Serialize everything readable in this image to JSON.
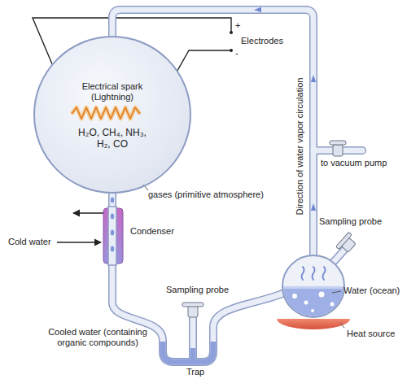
{
  "diagram": {
    "nodes": [
      {
        "text": [
          "Electrical spark (Lightning)",
          "H₂O, CH₄, NH₃, H₂, CO"
        ]
      }
    ],
    "labels": [
      "Electrodes",
      "+",
      "-",
      "gases (primitive atmosphere)",
      "Condenser",
      "Cold water",
      "Cooled water (containing organic compounds)",
      "Sampling probe",
      "Trap",
      "Sampling probe",
      "Water (ocean)",
      "Heat source",
      "to vacuum pump",
      "Direction of water vapor circulation"
    ]
  }
}
